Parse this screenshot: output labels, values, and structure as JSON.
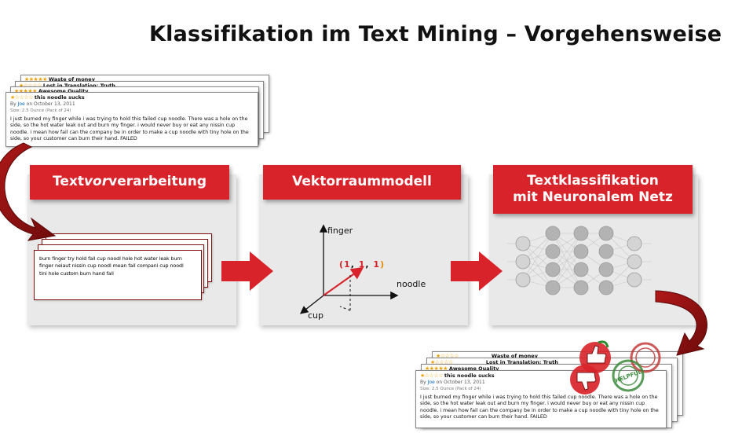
{
  "title": "Klassifikation im Text Mining – Vorgehensweise",
  "steps": {
    "preprocessing": {
      "pre": "Text",
      "emph": "vor",
      "post": "verarbeitung"
    },
    "vector_model": "Vektorraummodell",
    "classification": {
      "line1": "Textklassifikation",
      "line2": "mit Neuronalem Netz"
    }
  },
  "reviews": {
    "back_titles": [
      "Waste of money",
      "Lost in Translation: Truth",
      "Awesome Quality"
    ],
    "main": {
      "title": "this noodle sucks",
      "byline_prefix": "By",
      "author": "Joe",
      "date": "on October 13, 2011",
      "size": "Size: 2.5 Ounce (Pack of 24)",
      "body": "I just burned my finger while i was trying to hold this failed cup noodle. There was a hole on the side, so the hot water leak out and burn my finger. i would never buy or eat any nissin cup noodle. i mean how fail can the company be in order to make a cup noodle with tiny hole on the side, so your customer can burn their hand. FAILED"
    }
  },
  "preprocessed_text": "burn finger try hold fail cup noodl hole hot water leak burn finger neiaut nissin cup noodl mean fail compani cup noodl tini hole custom burn hand fail",
  "vector_space": {
    "axis_up": "finger",
    "axis_right": "noodle",
    "axis_down": "cup",
    "vector": {
      "open": "(",
      "v1": "1",
      "c1": ",",
      "v2": "1",
      "c2": ",",
      "v3": "1",
      "close": ")"
    }
  },
  "badge_text": "HELPFUL",
  "colors": {
    "accent": "#d8232a",
    "dark_red": "#8b1010",
    "panel": "#e9e9e9",
    "star": "#f0a000"
  }
}
